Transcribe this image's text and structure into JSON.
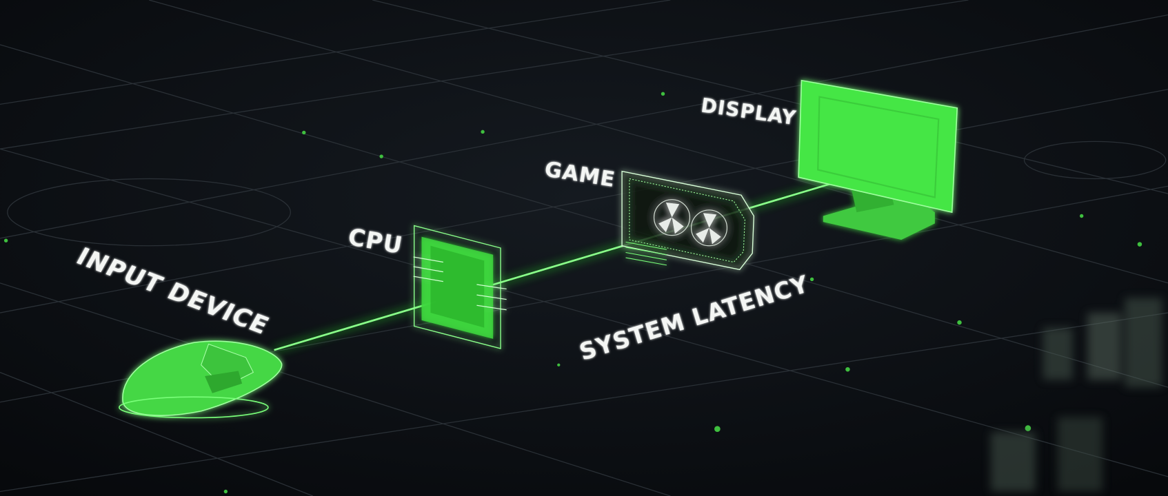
{
  "labels": {
    "input_device": "INPUT DEVICE",
    "cpu": "CPU",
    "game": "GAME",
    "display": "DISPLAY",
    "system_latency": "SYSTEM LATENCY"
  },
  "colors": {
    "background": "#0b0e12",
    "accent_green": "#4cff4c",
    "grid": "#2a3036",
    "label": "#f4f6f4"
  },
  "icons": [
    "mouse-icon",
    "cpu-chip-icon",
    "gpu-card-icon",
    "monitor-icon"
  ]
}
